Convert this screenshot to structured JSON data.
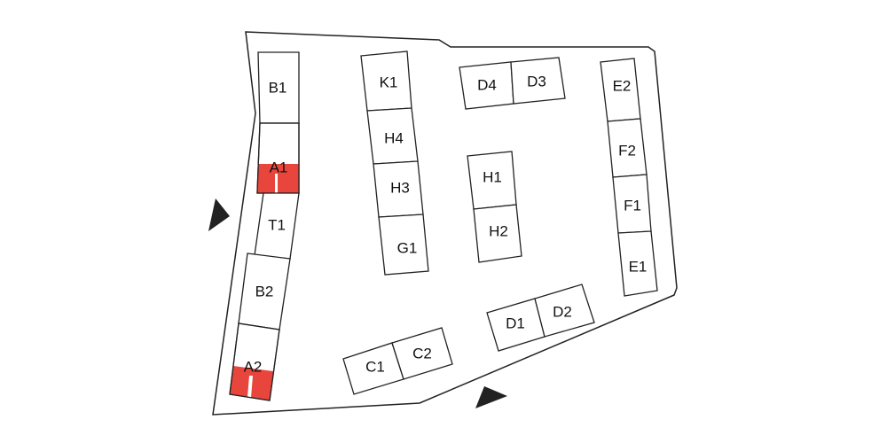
{
  "colors": {
    "outline": "#222222",
    "reserved": "#e8453c",
    "arrow": "#222222"
  },
  "booths": [
    {
      "id": "B1",
      "label": "B1"
    },
    {
      "id": "A1",
      "label": "A1",
      "reserved": true
    },
    {
      "id": "T1",
      "label": "T1"
    },
    {
      "id": "B2",
      "label": "B2"
    },
    {
      "id": "A2",
      "label": "A2",
      "reserved": true
    },
    {
      "id": "K1",
      "label": "K1"
    },
    {
      "id": "H4",
      "label": "H4"
    },
    {
      "id": "H3",
      "label": "H3"
    },
    {
      "id": "G1",
      "label": "G1"
    },
    {
      "id": "D4",
      "label": "D4"
    },
    {
      "id": "D3",
      "label": "D3"
    },
    {
      "id": "H1",
      "label": "H1"
    },
    {
      "id": "H2",
      "label": "H2"
    },
    {
      "id": "E2",
      "label": "E2"
    },
    {
      "id": "F2",
      "label": "F2"
    },
    {
      "id": "F1",
      "label": "F1"
    },
    {
      "id": "E1",
      "label": "E1"
    },
    {
      "id": "D1",
      "label": "D1"
    },
    {
      "id": "D2",
      "label": "D2"
    },
    {
      "id": "C1",
      "label": "C1"
    },
    {
      "id": "C2",
      "label": "C2"
    }
  ],
  "entrances": [
    {
      "id": "west-entrance",
      "icon": "triangle-arrow-right"
    },
    {
      "id": "south-entrance",
      "icon": "triangle-arrow-right"
    }
  ]
}
